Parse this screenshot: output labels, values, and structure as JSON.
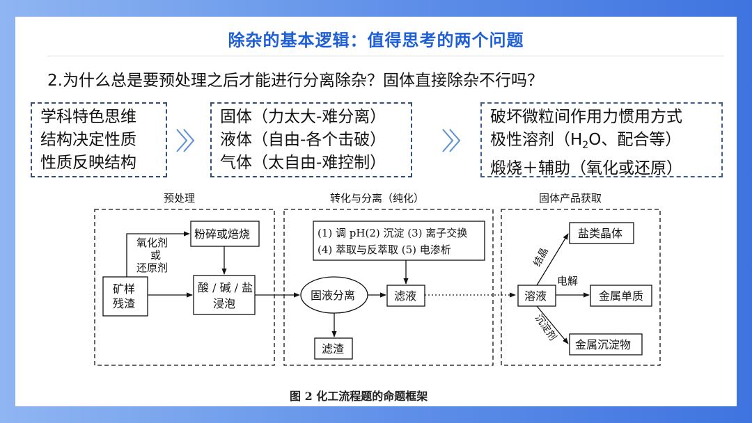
{
  "title": "除杂的基本逻辑：值得思考的两个问题",
  "question": "2.为什么总是要预处理之后才能进行分离除杂？固体直接除杂不行吗？",
  "box1": [
    "学科特色思维",
    "结构决定性质",
    "性质反映结构"
  ],
  "box2": [
    "固体（力太大-难分离）",
    "液体（自由-各个击破）",
    "气体（太自由-难控制）"
  ],
  "box3": {
    "line1": "破坏微粒间作用力惯用方式",
    "line2_pre": "极性溶剂（H",
    "line2_sub": "2",
    "line2_post": "O、配合等）",
    "line3": "煅烧＋辅助（氧化或还原）"
  },
  "figure": {
    "section1": "预处理",
    "section2": "转化与分离（纯化）",
    "section3": "固体产品获取",
    "ore": [
      "矿样",
      "残渣"
    ],
    "oxidant": [
      "氧化剂",
      "或",
      "还原剂"
    ],
    "crush": "粉碎或焙烧",
    "leach": [
      "酸 / 碱 / 盐",
      "浸泡"
    ],
    "separate": "固液分离",
    "filtrate": "滤液",
    "residue": "滤渣",
    "methods": [
      "(1) 调 pH(2) 沉淀 (3) 离子交换",
      "(4) 萃取与反萃取 (5) 电渗析"
    ],
    "solution": "溶液",
    "crystallize": "结晶",
    "electrolysis": "电解",
    "precipitant": "沉淀剂",
    "salt_crystal": "盐类晶体",
    "metal": "金属单质",
    "metal_precipitate": "金属沉淀物"
  },
  "caption": "图 2    化工流程题的命题框架"
}
